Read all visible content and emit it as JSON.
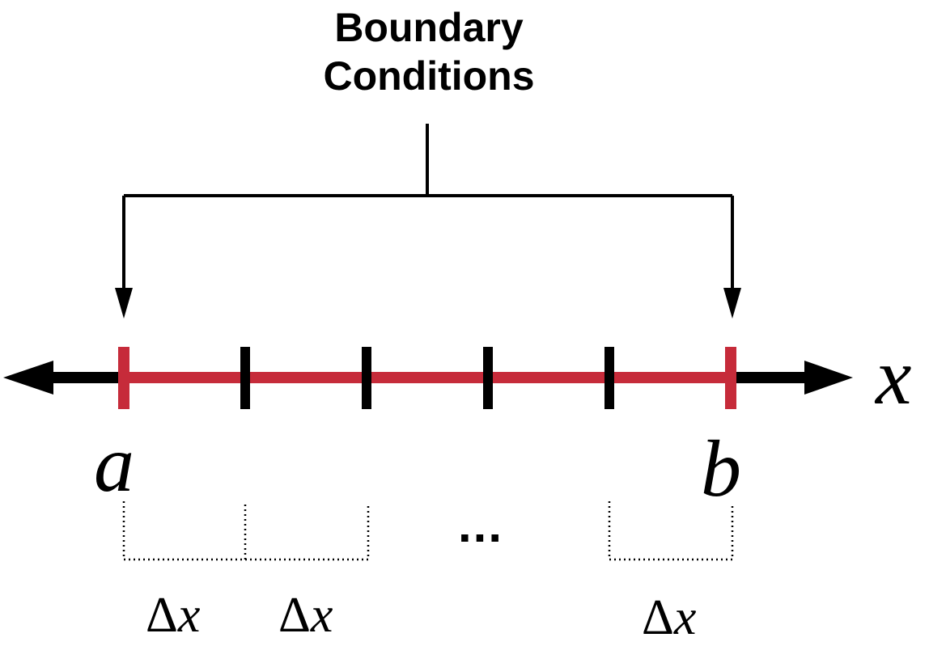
{
  "title": {
    "line1": "Boundary",
    "line2": "Conditions"
  },
  "axis": {
    "label": "x",
    "left_label": "a",
    "right_label": "b"
  },
  "ellipsis": "...",
  "spacing": [
    {
      "delta": "Δ",
      "var": "x"
    },
    {
      "delta": "Δ",
      "var": "x"
    },
    {
      "delta": "Δ",
      "var": "x"
    }
  ],
  "colors": {
    "domain": "#c62b3a",
    "axis": "#000000",
    "ticks": "#000000"
  },
  "interior_tick_count": 4
}
